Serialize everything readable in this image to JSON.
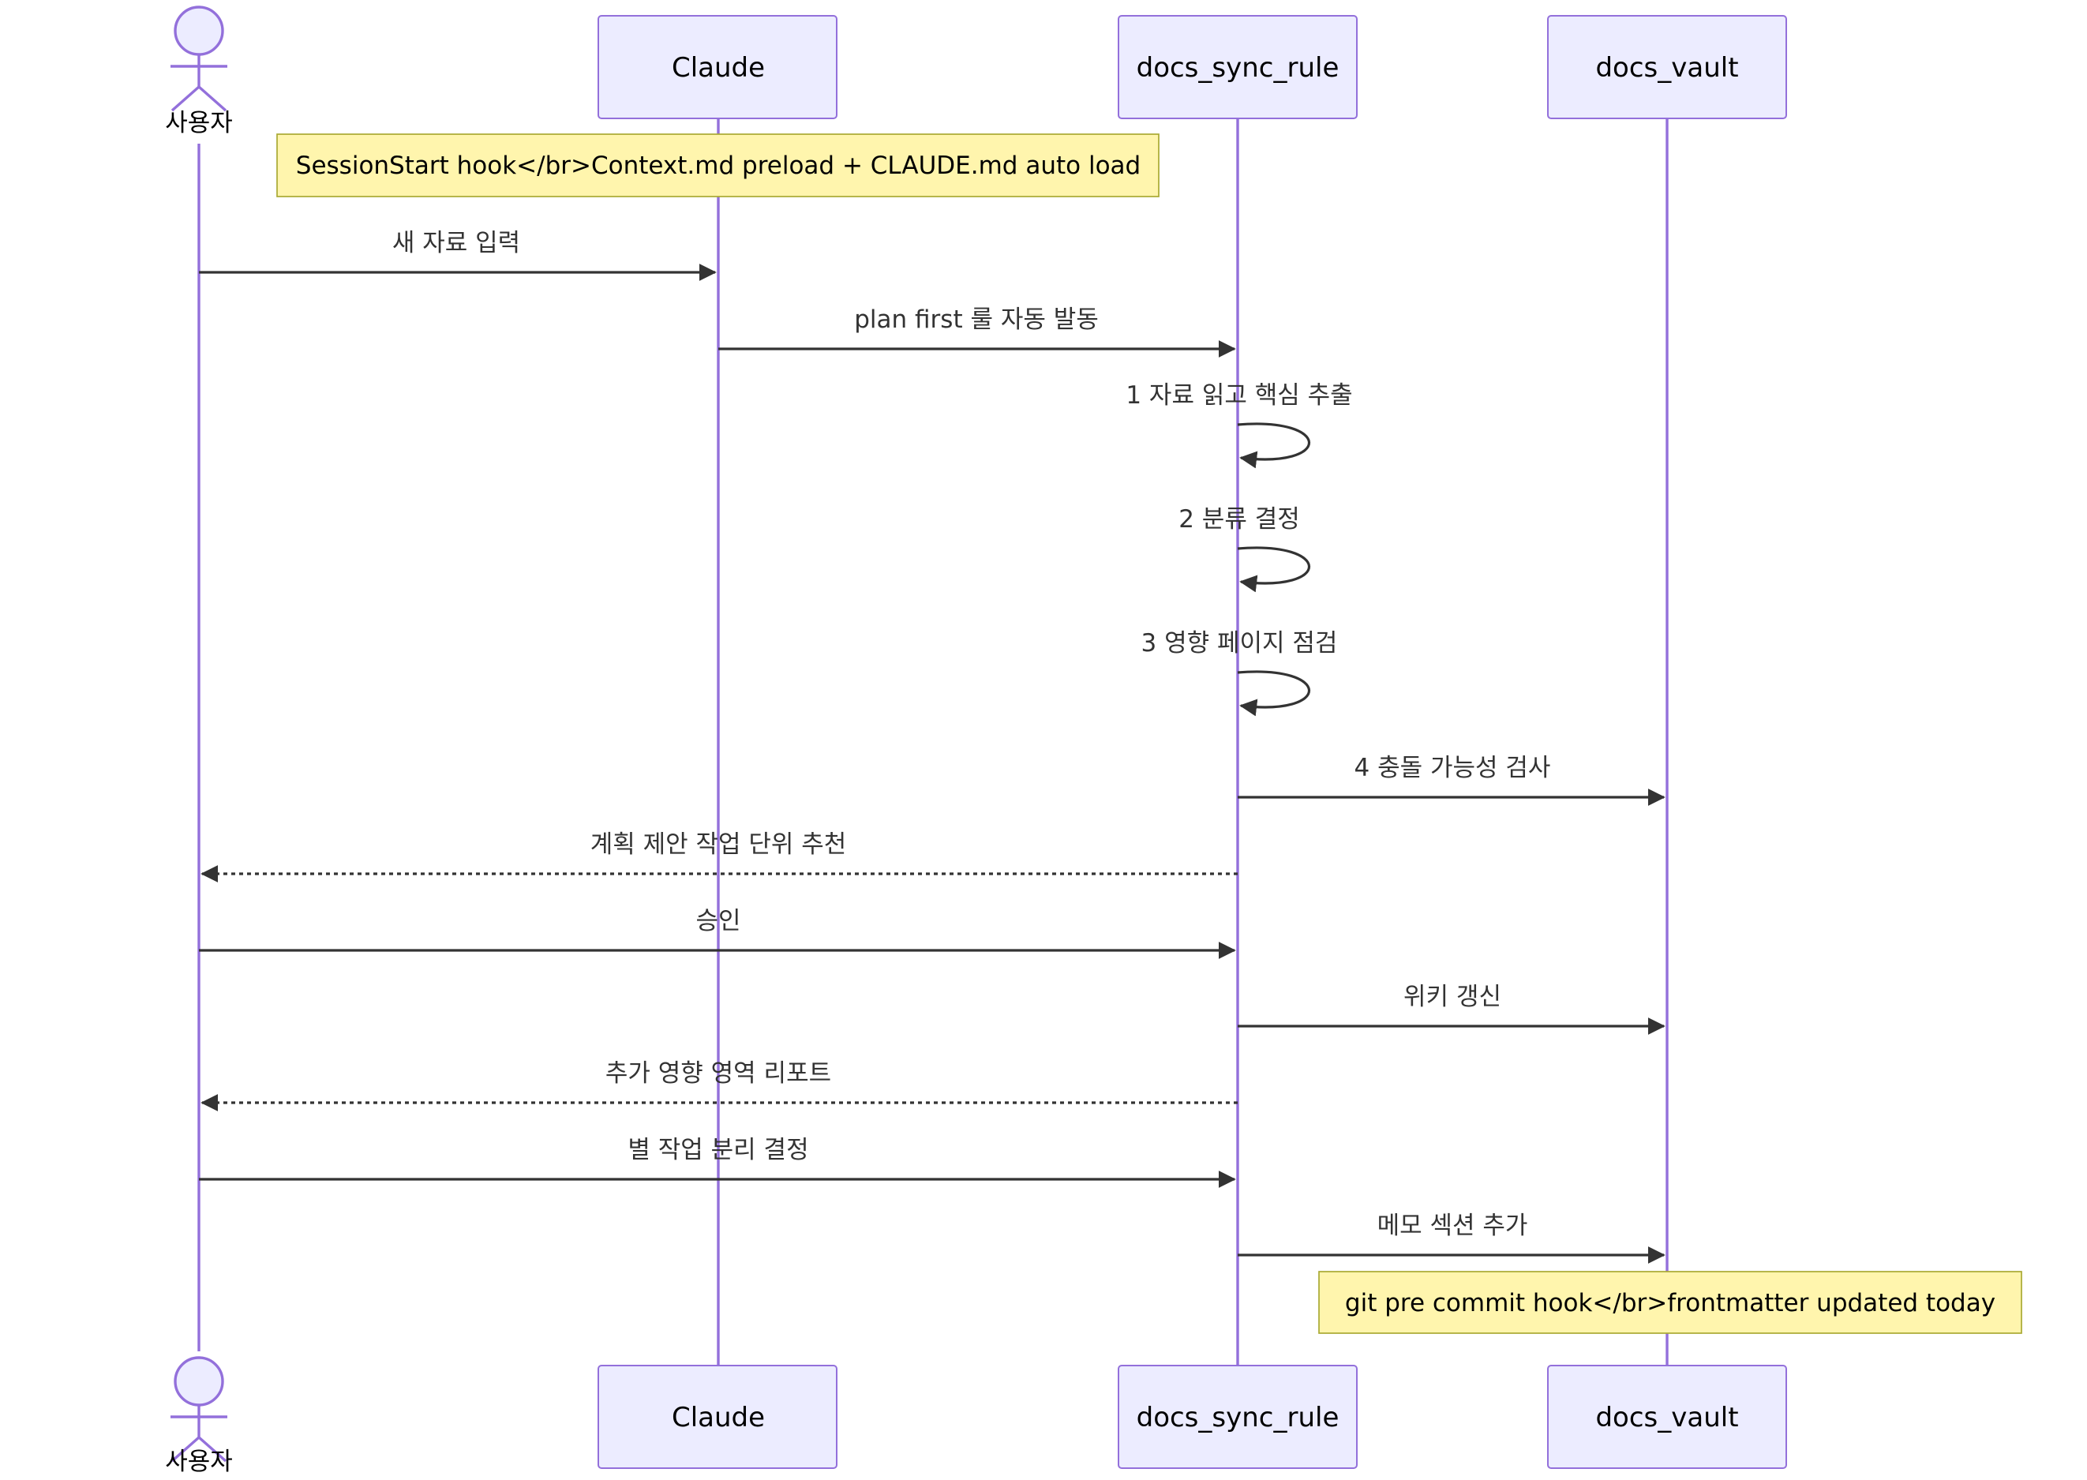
{
  "participants": {
    "user": "사용자",
    "claude": "Claude",
    "rule": "docs_sync_rule",
    "vault": "docs_vault"
  },
  "notes": {
    "session": "SessionStart hook</br>Context.md preload + CLAUDE.md auto load",
    "precommit": "git pre commit hook</br>frontmatter updated today"
  },
  "messages": {
    "m1": "새 자료 입력",
    "m2": "plan first 룰 자동 발동",
    "m3": "1 자료 읽고 핵심 추출",
    "m4": "2 분류 결정",
    "m5": "3 영향 페이지 점검",
    "m6": "4 충돌 가능성 검사",
    "m7": "계획 제안 작업 단위 추천",
    "m8": "승인",
    "m9": "위키 갱신",
    "m10": "추가 영향 영역 리포트",
    "m11": "별 작업 분리 결정",
    "m12": "메모 섹션 추가"
  }
}
